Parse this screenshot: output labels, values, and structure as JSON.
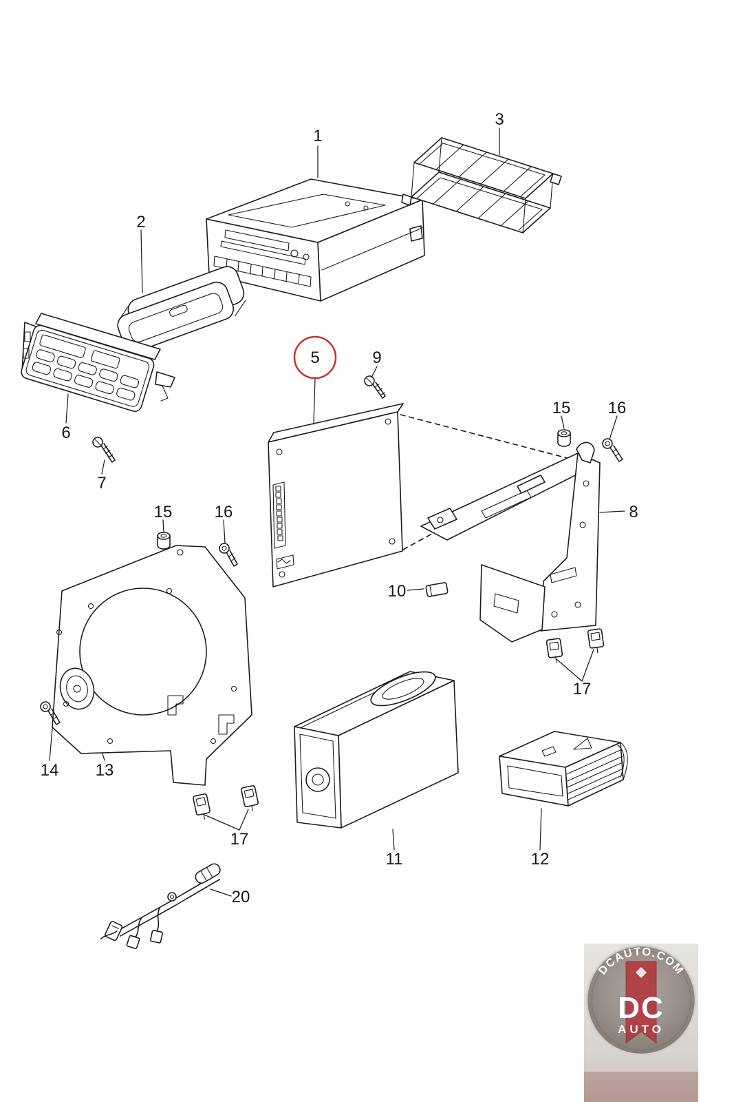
{
  "figure": {
    "background": "#ffffff",
    "line_color": "#1c1c1c",
    "highlight_circle_color": "#c8322b"
  },
  "callouts": [
    {
      "label": "1"
    },
    {
      "label": "2"
    },
    {
      "label": "3"
    },
    {
      "label": "5"
    },
    {
      "label": "9"
    },
    {
      "label": "6"
    },
    {
      "label": "7"
    },
    {
      "label": "15"
    },
    {
      "label": "16"
    },
    {
      "label": "8"
    },
    {
      "label": "10"
    },
    {
      "label": "15"
    },
    {
      "label": "16"
    },
    {
      "label": "13"
    },
    {
      "label": "14"
    },
    {
      "label": "17"
    },
    {
      "label": "17"
    },
    {
      "label": "11"
    },
    {
      "label": "12"
    },
    {
      "label": "20"
    }
  ],
  "watermark": {
    "site": "DCAUTO.COM",
    "monogram": "DC",
    "word": "AUTO",
    "ribbon_color": "#a8262b",
    "text_color": "#ffffff"
  }
}
